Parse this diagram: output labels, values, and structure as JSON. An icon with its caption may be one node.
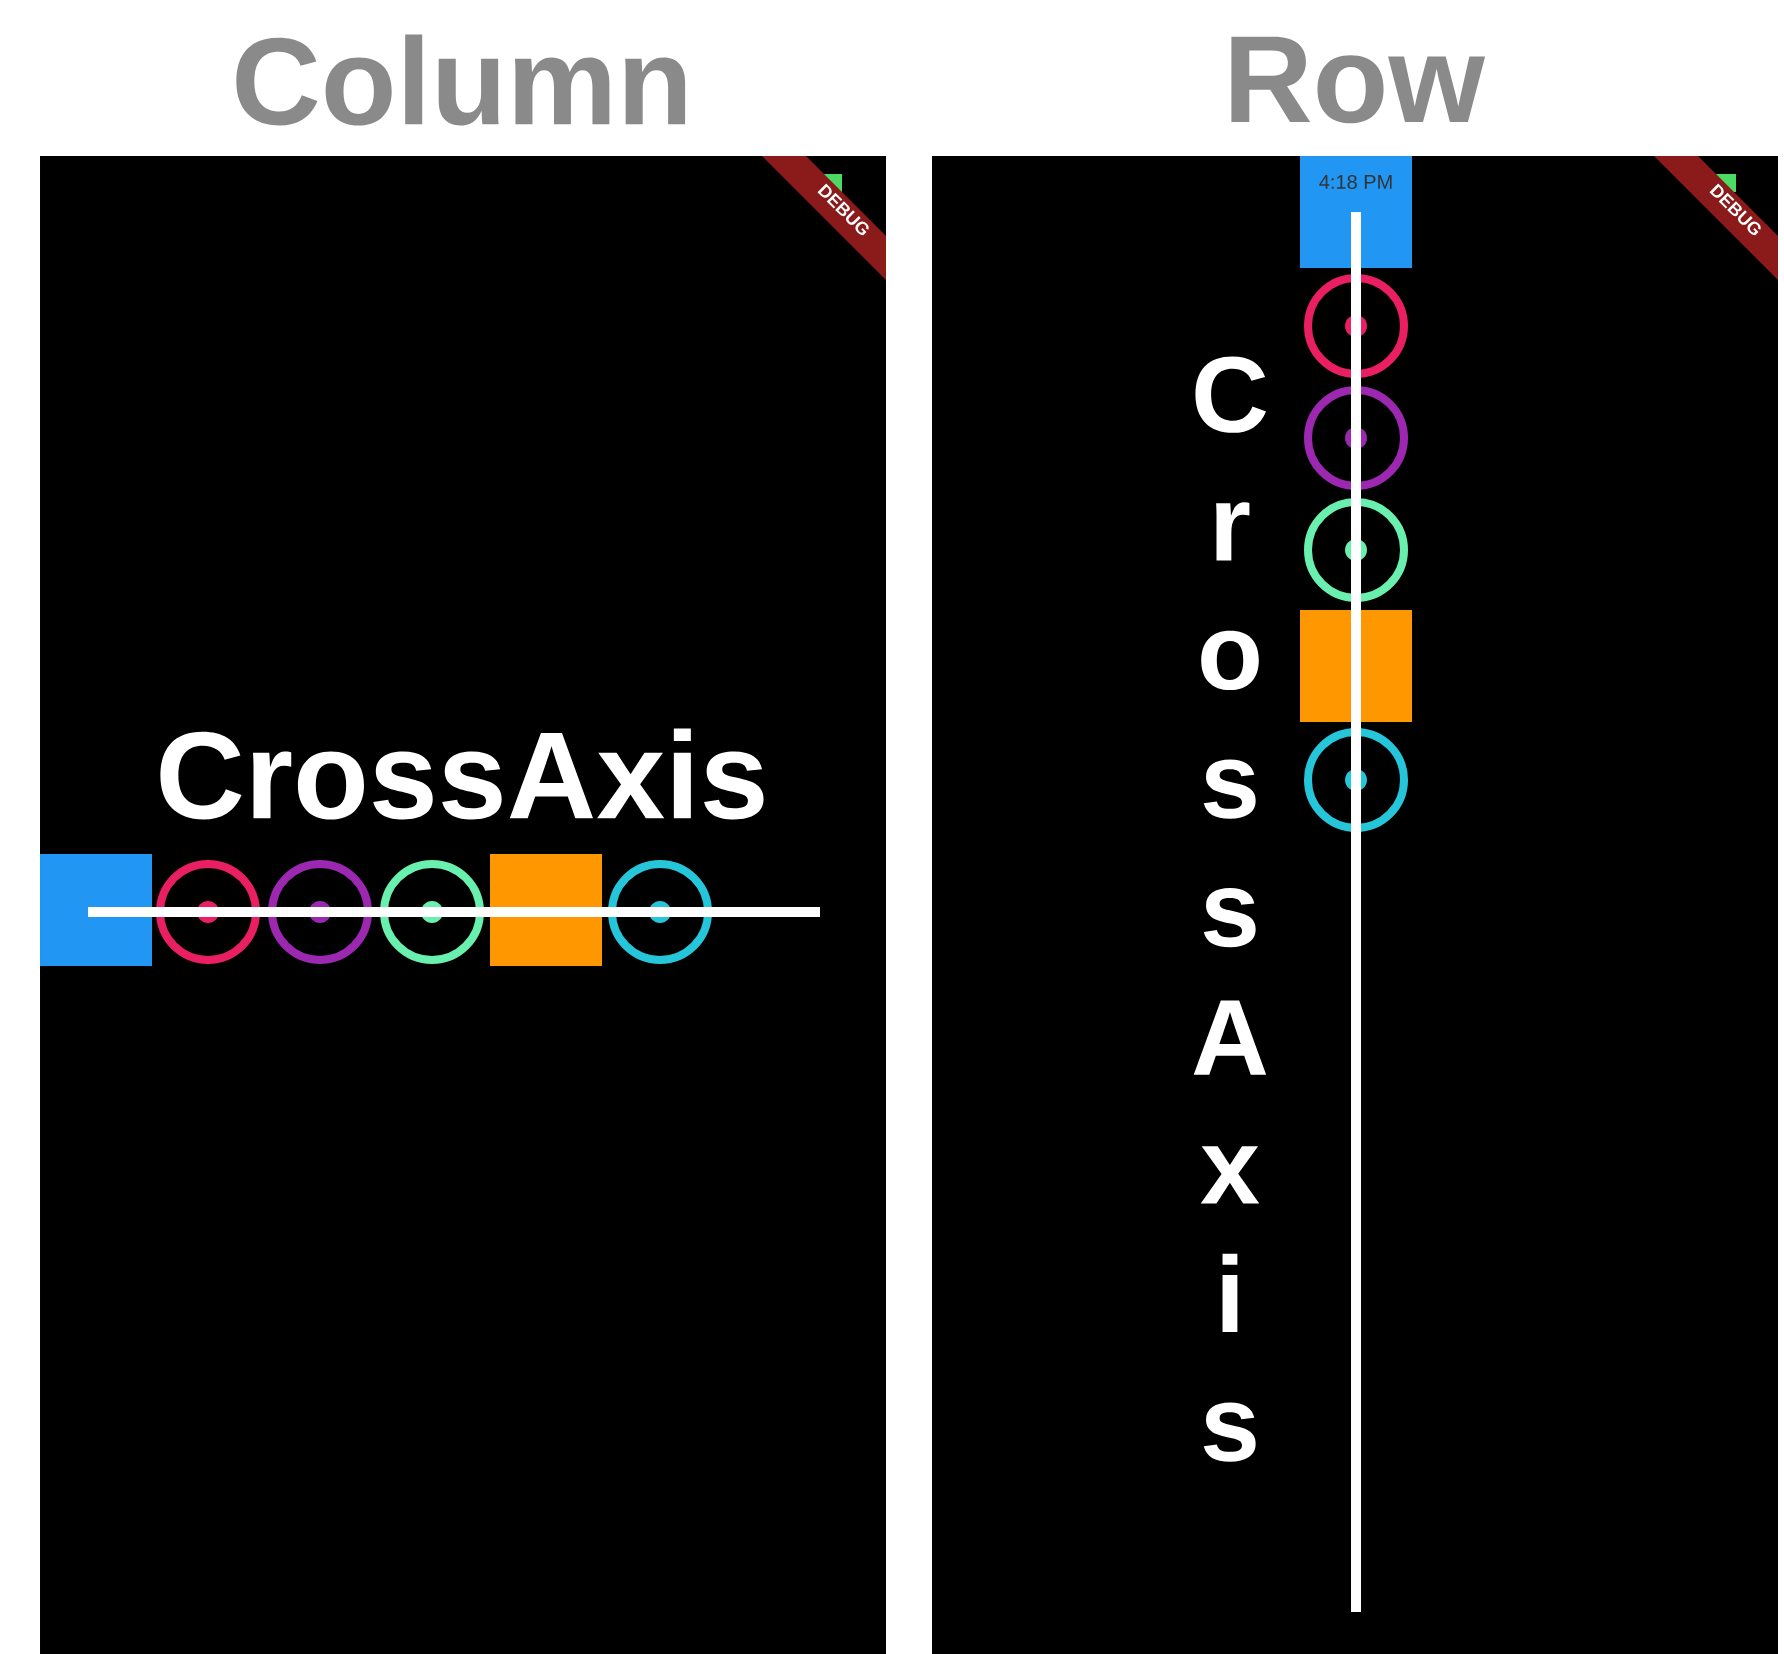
{
  "diagram": {
    "labels": [
      "Column",
      "Row",
      "DEBUG",
      "CrossAxis",
      "4:18 PM",
      "DEBUG",
      "CrossAxis"
    ]
  }
}
